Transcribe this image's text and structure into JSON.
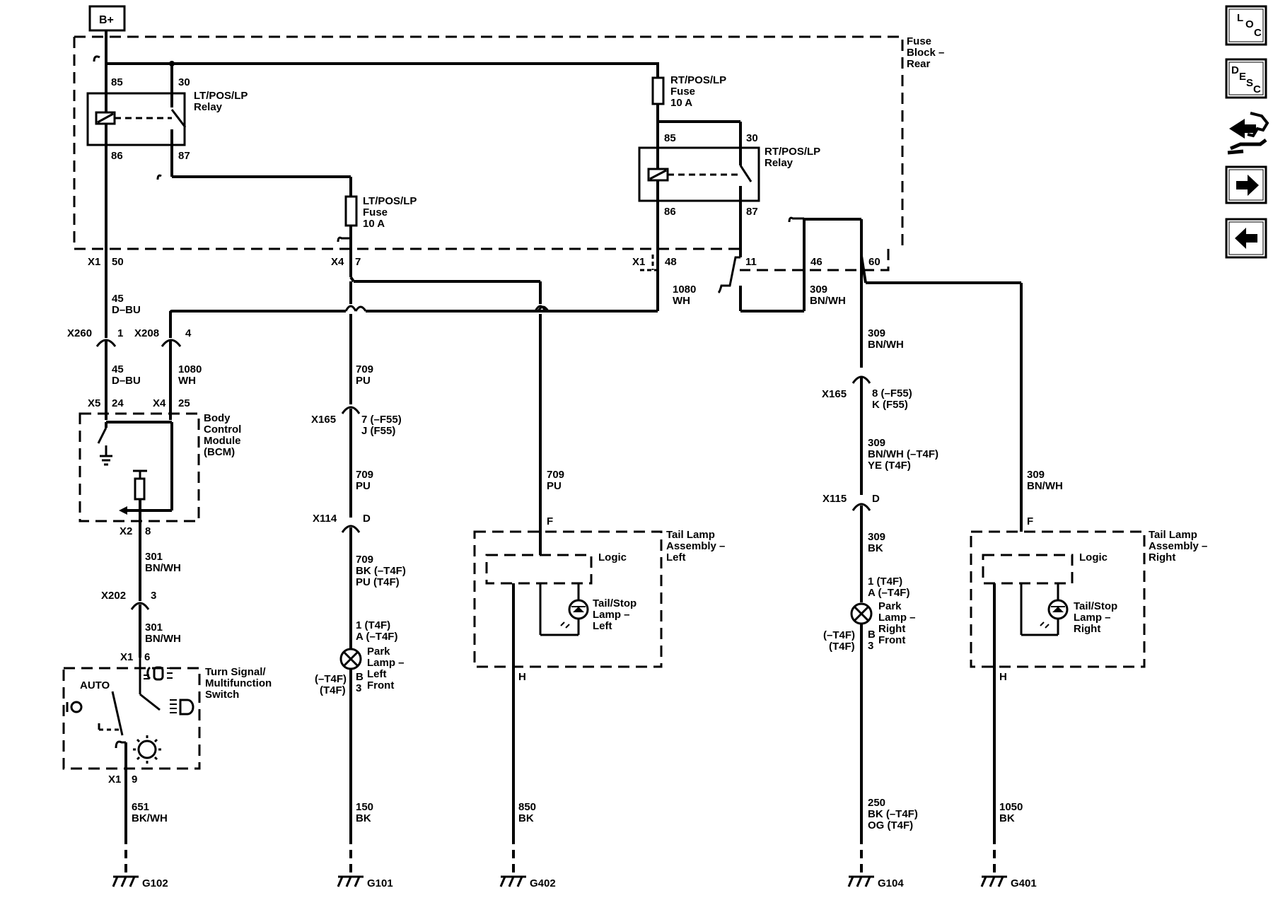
{
  "power": {
    "label": "B+"
  },
  "fuse_block": {
    "label_lines": [
      "Fuse",
      "Block –",
      "Rear"
    ]
  },
  "lt_relay": {
    "label_lines": [
      "LT/POS/LP",
      "Relay"
    ],
    "pins": [
      "85",
      "30",
      "86",
      "87"
    ]
  },
  "rt_relay": {
    "label_lines": [
      "RT/POS/LP",
      "Relay"
    ],
    "pins": [
      "85",
      "30",
      "86",
      "87"
    ]
  },
  "rt_fuse": {
    "label_lines": [
      "RT/POS/LP",
      "Fuse",
      "10 A"
    ]
  },
  "lt_fuse": {
    "label_lines": [
      "LT/POS/LP",
      "Fuse",
      "10 A"
    ]
  },
  "connectors": {
    "x1_50": {
      "conn": "X1",
      "pin": "50"
    },
    "x4_7": {
      "conn": "X4",
      "pin": "7"
    },
    "x1_48": {
      "conn": "X1",
      "pin": "48"
    },
    "pin_11": "11",
    "pin_46": "46",
    "pin_60": "60",
    "x260": {
      "conn": "X260",
      "pin": "1"
    },
    "x208": {
      "conn": "X208",
      "pin": "4"
    },
    "x5": {
      "conn": "X5",
      "pin": "24"
    },
    "x4_25": {
      "conn": "X4",
      "pin": "25"
    },
    "x2": {
      "conn": "X2",
      "pin": "8"
    },
    "x202": {
      "conn": "X202",
      "pin": "3"
    },
    "x1_6": {
      "conn": "X1",
      "pin": "6"
    },
    "x1_9": {
      "conn": "X1",
      "pin": "9"
    },
    "x165_l": {
      "conn": "X165",
      "pin_lines": [
        "7 (–F55)",
        "J (F55)"
      ]
    },
    "x114": {
      "conn": "X114",
      "pin": "D"
    },
    "x165_r": {
      "conn": "X165",
      "pin_lines": [
        "8 (–F55)",
        "K (F55)"
      ]
    },
    "x115": {
      "conn": "X115",
      "pin": "D"
    }
  },
  "wires": {
    "w45_a": [
      "45",
      "D–BU"
    ],
    "w45_b": [
      "45",
      "D–BU"
    ],
    "w1080_a": [
      "1080",
      "WH"
    ],
    "w1080_b": [
      "1080",
      "WH"
    ],
    "w309_a": [
      "309",
      "BN/WH"
    ],
    "w309_b": [
      "309",
      "BN/WH"
    ],
    "w309_c": [
      "309",
      "BN/WH (–T4F)",
      "YE (T4F)"
    ],
    "w309_d": [
      "309",
      "BK"
    ],
    "w309_e": [
      "309",
      "BN/WH"
    ],
    "w709_a": [
      "709",
      "PU"
    ],
    "w709_b": [
      "709",
      "PU"
    ],
    "w709_c": [
      "709",
      "BK (–T4F)",
      "PU (T4F)"
    ],
    "w709_d": [
      "709",
      "PU"
    ],
    "w301_a": [
      "301",
      "BN/WH"
    ],
    "w301_b": [
      "301",
      "BN/WH"
    ],
    "w651": [
      "651",
      "BK/WH"
    ],
    "w150": [
      "150",
      "BK"
    ],
    "w850": [
      "850",
      "BK"
    ],
    "w250": [
      "250",
      "BK (–T4F)",
      "OG (T4F)"
    ],
    "w1050": [
      "1050",
      "BK"
    ]
  },
  "bcm": {
    "label_lines": [
      "Body",
      "Control",
      "Module",
      "(BCM)"
    ]
  },
  "switch": {
    "label_lines": [
      "Turn Signal/",
      "Multifunction",
      "Switch"
    ],
    "auto_label": "AUTO"
  },
  "park_left": {
    "pin_top": [
      "1 (T4F)",
      "A (–T4F)"
    ],
    "label_lines": [
      "Park",
      "Lamp –",
      "Left",
      "Front"
    ],
    "pin_bottom": [
      "B",
      "3"
    ],
    "cond_lines": [
      "(–T4F)",
      "(T4F)"
    ]
  },
  "park_right": {
    "pin_top": [
      "1 (T4F)",
      "A (–T4F)"
    ],
    "label_lines": [
      "Park",
      "Lamp –",
      "Right",
      "Front"
    ],
    "pin_bottom": [
      "B",
      "3"
    ],
    "cond_lines": [
      "(–T4F)",
      "(T4F)"
    ]
  },
  "tail_left": {
    "label_lines": [
      "Tail Lamp",
      "Assembly –",
      "Left"
    ],
    "logic": "Logic",
    "lamp_lines": [
      "Tail/Stop",
      "Lamp –",
      "Left"
    ],
    "pin_f": "F",
    "pin_h": "H"
  },
  "tail_right": {
    "label_lines": [
      "Tail Lamp",
      "Assembly –",
      "Right"
    ],
    "logic": "Logic",
    "lamp_lines": [
      "Tail/Stop",
      "Lamp –",
      "Right"
    ],
    "pin_f": "F",
    "pin_h": "H"
  },
  "grounds": [
    "G102",
    "G101",
    "G402",
    "G104",
    "G401"
  ],
  "nav": {
    "loc": [
      "L",
      "O",
      "C"
    ],
    "desc": [
      "D",
      "E",
      "S",
      "C"
    ],
    "connector_icon": "connector-icon",
    "next_icon": "arrow-right-icon",
    "prev_icon": "arrow-left-icon"
  }
}
